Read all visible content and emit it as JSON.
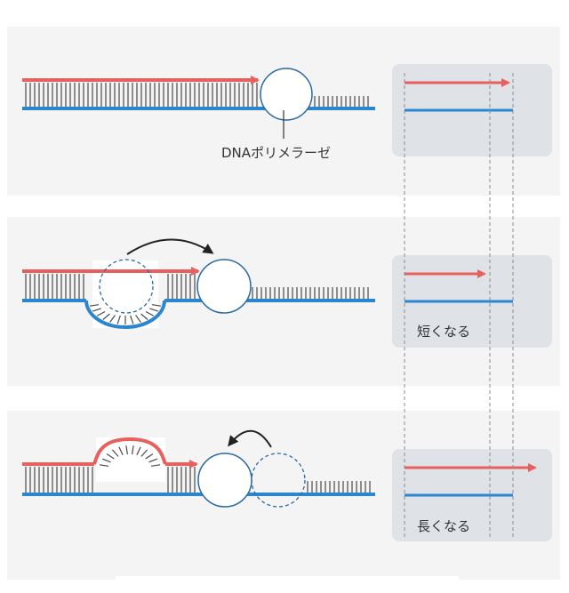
{
  "colors": {
    "red": "#e8605e",
    "blue": "#2a86d1",
    "panel": "#f4f4f4",
    "box": "#dfe2e6",
    "tick": "#4a4a4a",
    "dash": "#8a8d91",
    "arrow": "#222222"
  },
  "labels": {
    "polymerase": "DNAポリメラーゼ",
    "shorter": "短くなる",
    "longer": "長くなる"
  }
}
